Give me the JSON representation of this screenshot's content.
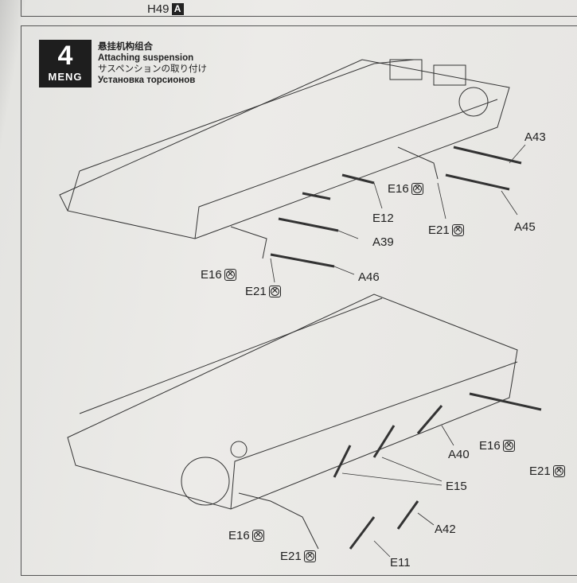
{
  "prev_step": {
    "part": "H49",
    "marker": "A"
  },
  "step": {
    "number": "4",
    "brand": "MENG",
    "title_cn": "悬挂机构组合",
    "title_en": "Attaching suspension",
    "title_jp": "サスペンションの取り付け",
    "title_ru": "Установка торсионов"
  },
  "upper_callouts": [
    {
      "part": "A43",
      "no_glue": false
    },
    {
      "part": "E16",
      "no_glue": true
    },
    {
      "part": "A45",
      "no_glue": false
    },
    {
      "part": "E12",
      "no_glue": false
    },
    {
      "part": "A39",
      "no_glue": false
    },
    {
      "part": "E21",
      "no_glue": true
    },
    {
      "part": "E16",
      "no_glue": true
    },
    {
      "part": "A46",
      "no_glue": false
    },
    {
      "part": "E21",
      "no_glue": true
    }
  ],
  "lower_callouts": [
    {
      "part": "A40",
      "no_glue": false
    },
    {
      "part": "E16",
      "no_glue": true
    },
    {
      "part": "E15",
      "no_glue": false
    },
    {
      "part": "E21",
      "no_glue": true
    },
    {
      "part": "A42",
      "no_glue": false
    },
    {
      "part": "E16",
      "no_glue": true
    },
    {
      "part": "E21",
      "no_glue": true
    },
    {
      "part": "E11",
      "no_glue": false
    }
  ]
}
